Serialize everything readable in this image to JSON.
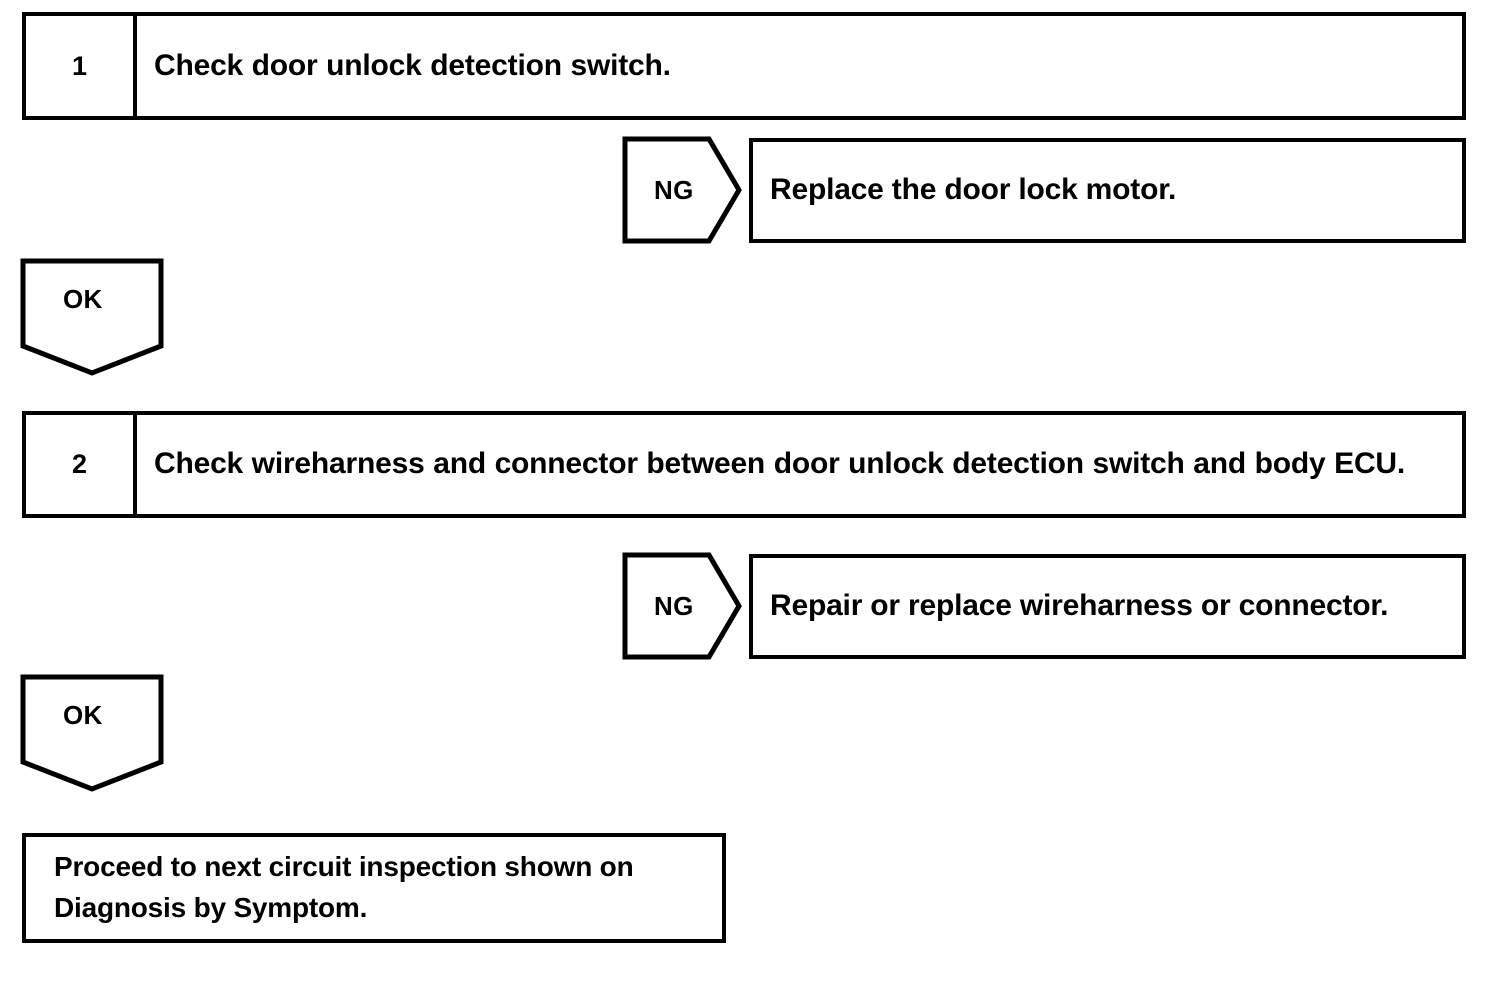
{
  "diagram": {
    "type": "troubleshooting-flowchart",
    "line_color": "#000000",
    "background_color": "#ffffff",
    "steps": [
      {
        "number": "1",
        "text": "Check door unlock detection switch.",
        "ng_label": "NG",
        "ng_result": "Replace the door lock motor.",
        "ok_label": "OK"
      },
      {
        "number": "2",
        "text": "Check wireharness and connector between door unlock detection switch and body ECU.",
        "ng_label": "NG",
        "ng_result": "Repair or replace wireharness or connector.",
        "ok_label": "OK"
      }
    ],
    "final": {
      "line1": "Proceed to next circuit inspection shown on",
      "line2": "Diagnosis by Symptom."
    }
  }
}
